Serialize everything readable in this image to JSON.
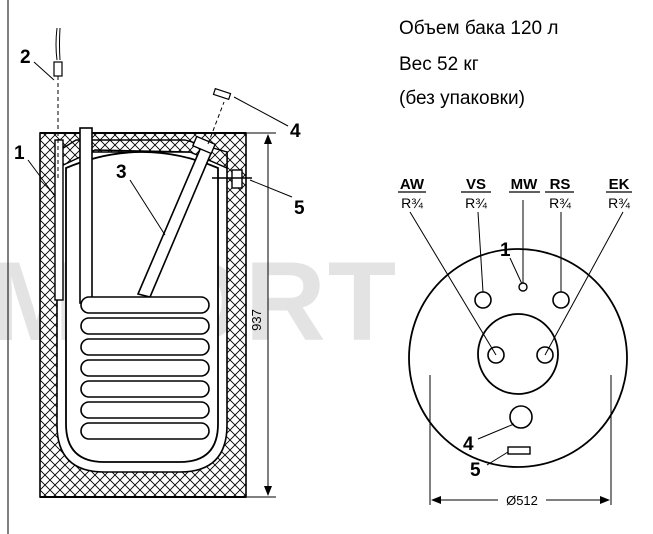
{
  "watermark": "MFORT",
  "specs": {
    "volume": "Объем бака 120 л",
    "weight": "Вес 52 кг",
    "packaging": "(без упаковки)"
  },
  "callouts": {
    "c1": "1",
    "c2": "2",
    "c3": "3",
    "c4": "4",
    "c5": "5"
  },
  "connections": [
    {
      "code": "AW",
      "size": "R¾"
    },
    {
      "code": "VS",
      "size": "R¾"
    },
    {
      "code": "MW",
      "size": ""
    },
    {
      "code": "RS",
      "size": "R¾"
    },
    {
      "code": "EK",
      "size": "R¾"
    }
  ],
  "dimensions": {
    "height": "937",
    "diameter": "Ø512"
  }
}
